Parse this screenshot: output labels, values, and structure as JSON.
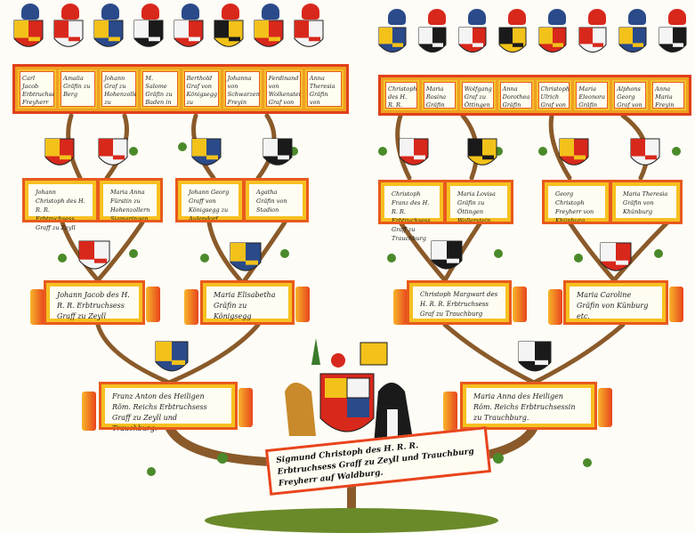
{
  "title_banner": "Sigmund Christoph des H. R. R. Erbtruchsess Graff zu Zeyll und Trauchburg Freyherr auf Waldburg.",
  "top_row_left": [
    "Carl Jacob Erbtruchsess Freyherr zu Zeyll",
    "Amalia Gräfin zu Berg",
    "Johann Graf zu Hohenzollern zu Sigmaringen",
    "M. Salome Gräfin zu Baden in Hachberg",
    "Berthold Graf von Königsegg zu Aulendorf",
    "Johanna von Schwarzenberg Freyin",
    "Ferdinand von Wolkenstein Graf von Roseck",
    "Anna Theresia Gräfin von Sulzberg"
  ],
  "top_row_right": [
    "Christoph des H. R. R. Erbtruchsess Freyherr zu Trauchburg",
    "Maria Rosina Gräfin von Königsegg Aulendorff",
    "Wolfgang Graf zu Öttingen Wallerstein",
    "Anna Dorothea Gräfin von Wolckenstein",
    "Christoph Ulrich Graf von Khünburg",
    "Maria Eleonora Gräfin von Khünburg",
    "Alphons Georg Graf von Khünburg",
    "Anna Maria Freyin von Gerstorff"
  ],
  "row2": [
    "Johann Christoph des H. R. R. Erbtruchsess Graff zu Zeyll",
    "Maria Anna Fürstin zu Hohenzollern Sigmaringen",
    "Johann Georg Graff von Königsegg zu Aulendorf",
    "Agatha Gräfin von Stadion",
    "Christoph Franz des H. R. R. Erbtruchsess Graff zu Trauchburg",
    "Maria Lovisa Gräfin zu Öttingen Wallerstein",
    "Georg Christoph Freyherr von Khünburg",
    "Maria Theresia Gräfin von Khünburg"
  ],
  "row3": [
    "Johann Jacob des H. R. R. Erbtruchsess Graff zu Zeyll",
    "Maria Elisabetha Gräfin zu Königsegg",
    "Christoph Margwart des H. R. R. Erbtruchsess Graf zu Trauchburg",
    "Maria Caroline Gräfin von Künburg etc."
  ],
  "row4": [
    "Franz Anton des Heiligen Röm. Reichs Erbtruchsess Graff zu Zeyll und Trauchburg.",
    "Maria Anna des Heiligen Röm. Reichs Erbtruchsessin zu Trauchburg."
  ],
  "colors": {
    "red": "#d8281c",
    "gold": "#f2c21a",
    "blue": "#2a4a8a",
    "silver": "#f4f4f4",
    "black": "#1a1a1a",
    "branch": "#8a5a2a",
    "leaf": "#4a8a2a"
  }
}
